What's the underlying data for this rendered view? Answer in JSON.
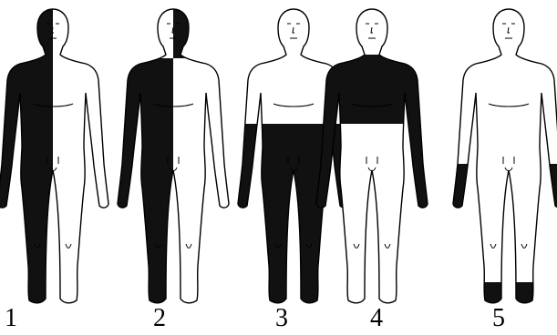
{
  "figures": [
    {
      "label": "1",
      "shading": "left-half"
    },
    {
      "label": "2",
      "shading": "left-half-head-right"
    },
    {
      "label": "3",
      "shading": "waist-to-feet"
    },
    {
      "label": "4",
      "shading": "neck-to-waist-and-arms"
    },
    {
      "label": "5",
      "shading": "hands-and-feet"
    }
  ],
  "colors": {
    "ink": "#000000",
    "fill": "#111111",
    "paper": "#ffffff"
  }
}
